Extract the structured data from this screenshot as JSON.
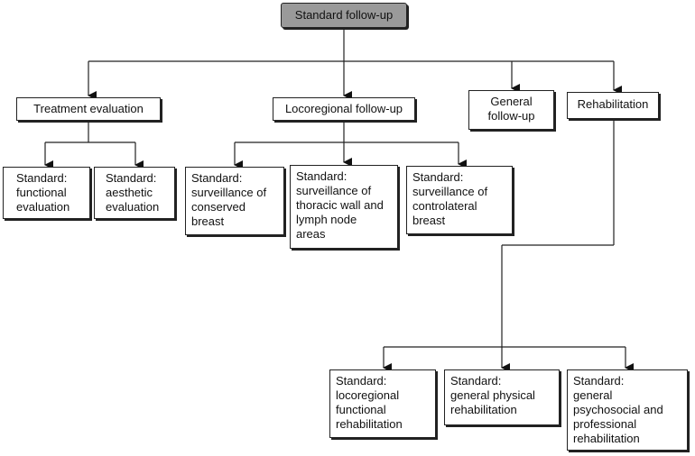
{
  "diagram": {
    "root": {
      "label": "Standard follow-up"
    },
    "level1": {
      "treatment_evaluation": "Treatment evaluation",
      "locoregional_follow_up": "Locoregional follow-up",
      "general_follow_up": "General\nfollow-up",
      "rehabilitation": "Rehabilitation"
    },
    "treatment_children": {
      "functional": "Standard:\nfunctional\nevaluation",
      "aesthetic": "Standard:\naesthetic\nevaluation"
    },
    "locoregional_children": {
      "conserved_breast": "Standard:\nsurveillance of\nconserved\nbreast",
      "thoracic_wall": "Standard:\nsurveillance of\nthoracic wall and\nlymph node\nareas",
      "contralateral_breast": "Standard:\nsurveillance of\ncontrolateral\nbreast"
    },
    "rehabilitation_children": {
      "locoregional_functional": "Standard:\nlocoregional\nfunctional\nrehabilitation",
      "general_physical": "Standard:\ngeneral physical\nrehabilitation",
      "psychosocial": "Standard:\ngeneral\npsychosocial and\nprofessional\nrehabilitation"
    }
  }
}
